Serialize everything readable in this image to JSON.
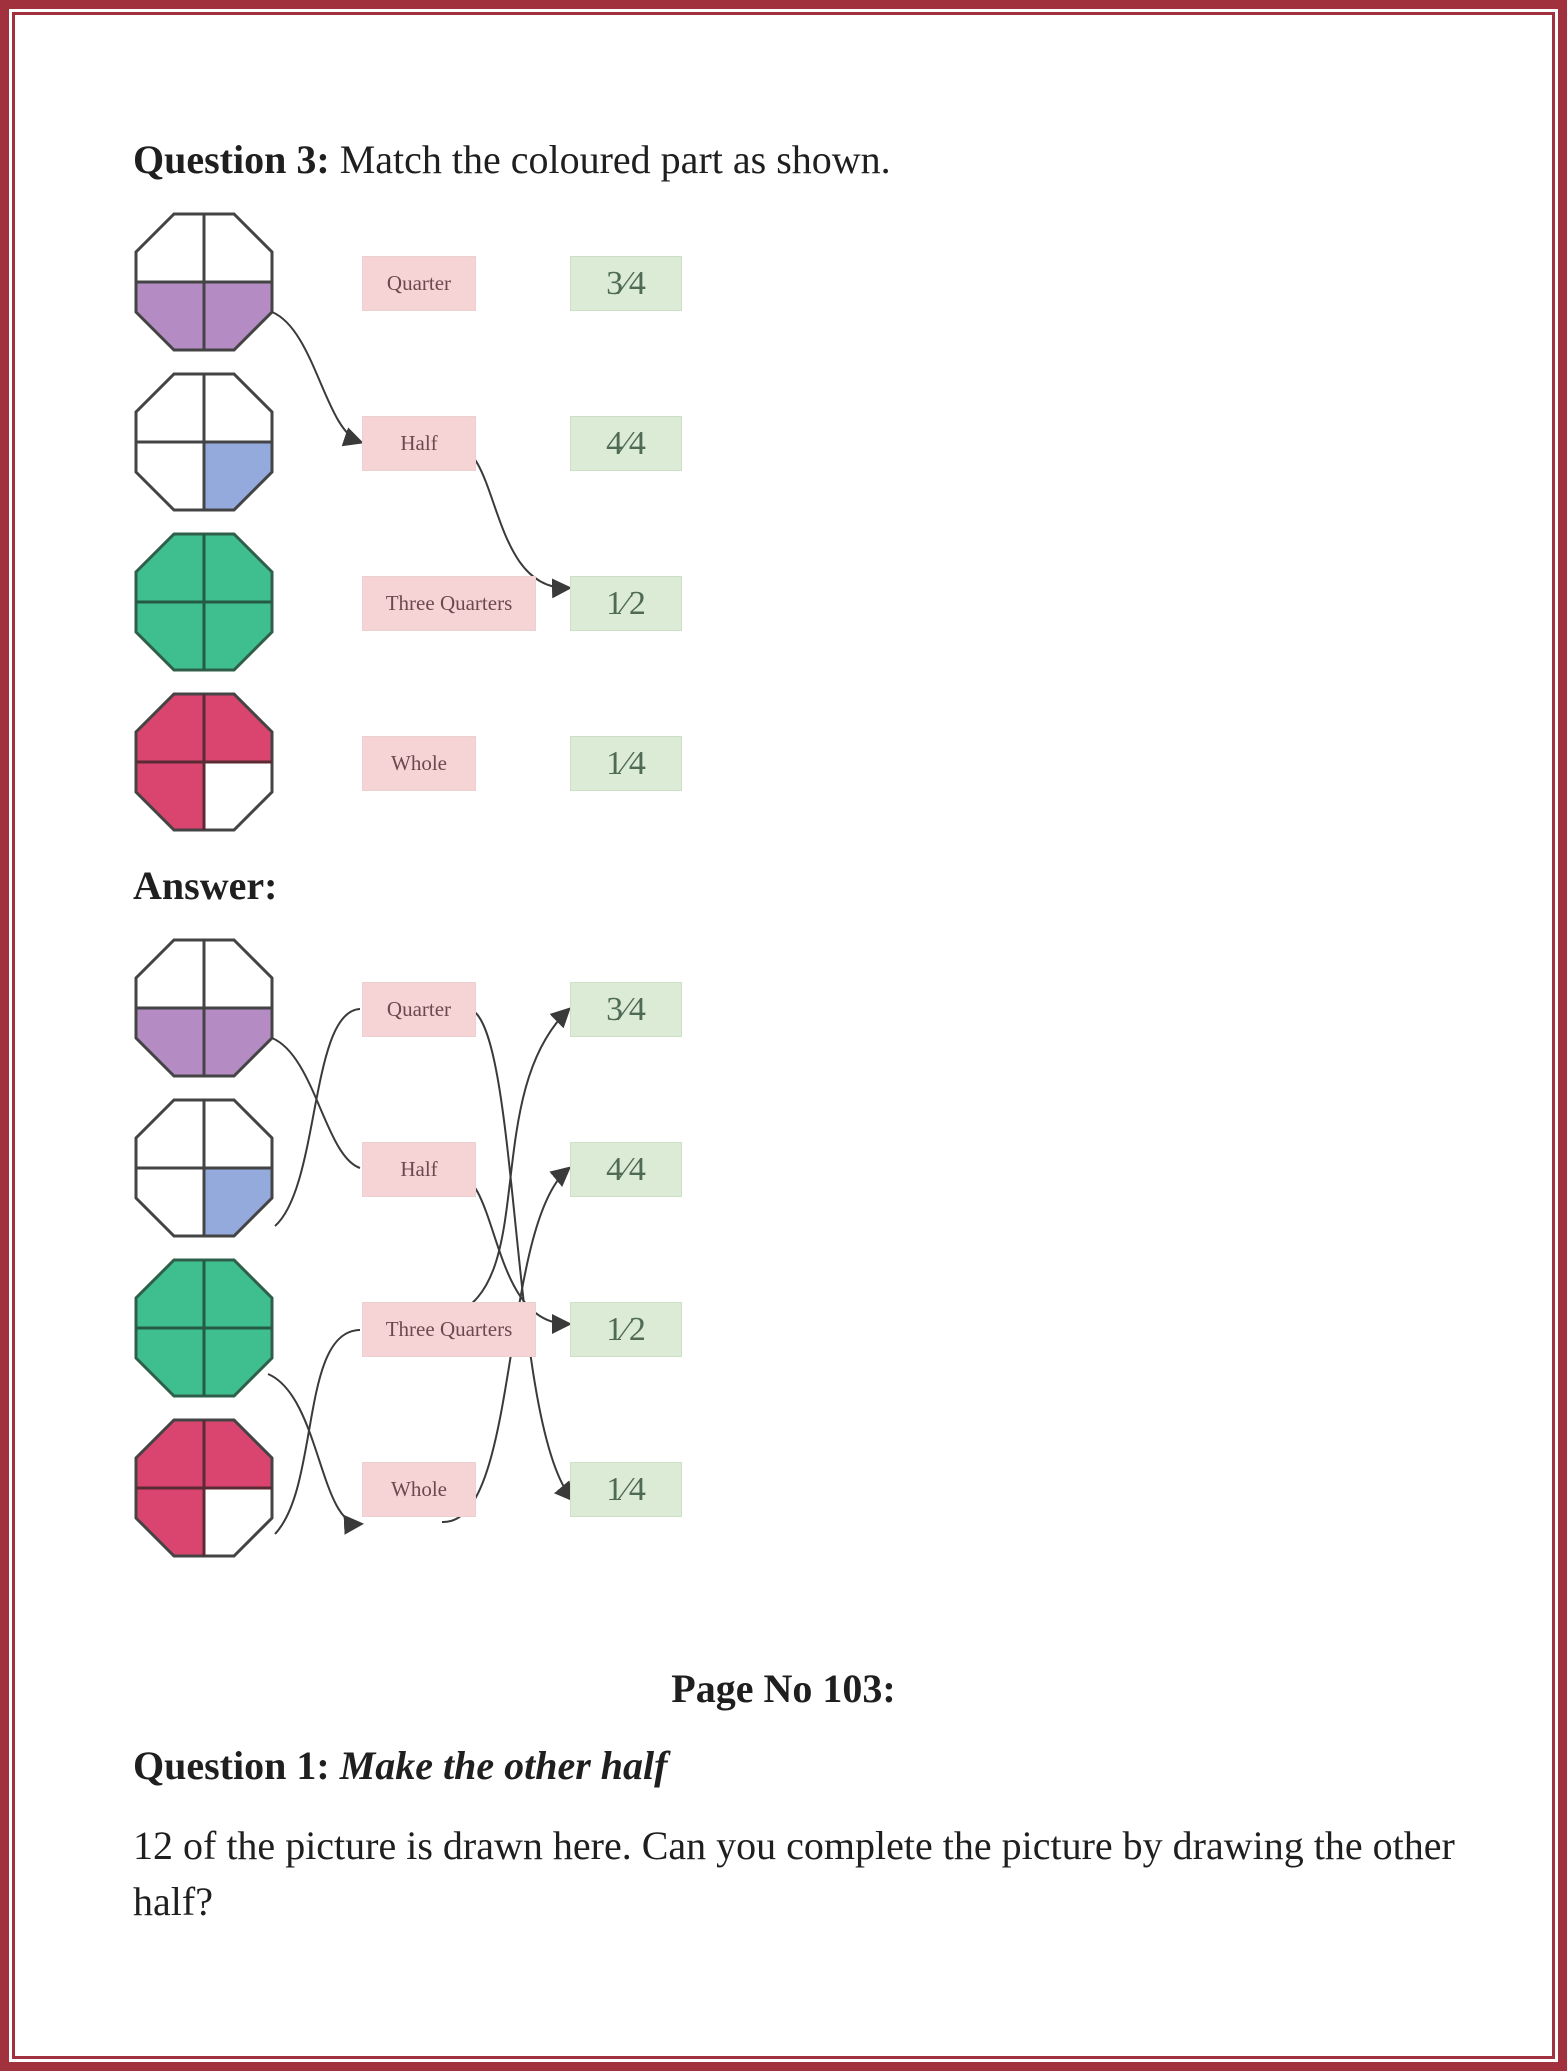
{
  "question3": {
    "label": "Question 3:",
    "text": " Match the coloured part as shown."
  },
  "answer": {
    "label": "Answer:"
  },
  "page_number": "Page No 103:",
  "question1": {
    "label": "Question 1: ",
    "title": "Make the other half",
    "body": "12 of the picture is drawn here. Can you complete the picture by drawing the other half?"
  },
  "shapes": [
    {
      "name": "half-purple",
      "fill": "#b48cc3",
      "shaded_parts": [
        "bottom-left",
        "bottom-right"
      ]
    },
    {
      "name": "quarter-blue",
      "fill": "#94aadd",
      "shaded_parts": [
        "bottom-right"
      ]
    },
    {
      "name": "whole-green",
      "fill": "#3fbf8f",
      "shaded_parts": [
        "top-left",
        "top-right",
        "bottom-left",
        "bottom-right"
      ]
    },
    {
      "name": "three-quarters-pink",
      "fill": "#d9456f",
      "shaded_parts": [
        "top-left",
        "top-right",
        "bottom-left"
      ]
    }
  ],
  "word_labels": [
    "Quarter",
    "Half",
    "Three Quarters",
    "Whole"
  ],
  "fraction_labels": [
    "3⁄4",
    "4⁄4",
    "1⁄2",
    "1⁄4"
  ],
  "colors": {
    "border": "#a1323d",
    "word_box": "#f6d4d6",
    "fraction_box": "#dcebd6",
    "arrow": "#3a3a3a"
  }
}
